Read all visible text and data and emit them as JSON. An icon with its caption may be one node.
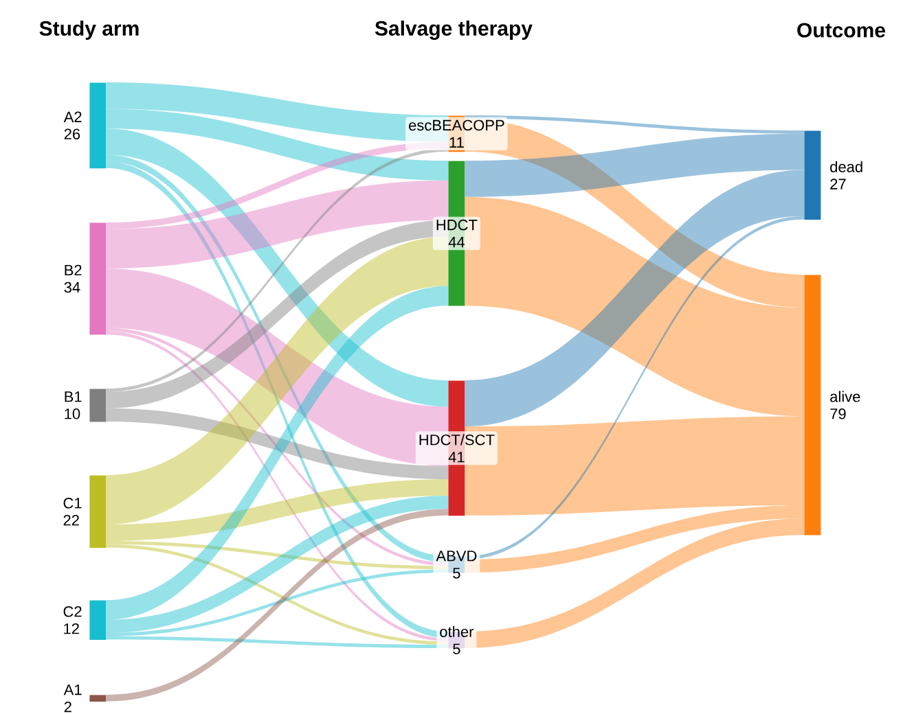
{
  "diagram": {
    "nodes": [
      {
        "text": [
          "A2",
          "26"
        ]
      },
      {
        "text": [
          "B2",
          "34"
        ]
      },
      {
        "text": [
          "B1",
          "10"
        ]
      },
      {
        "text": [
          "C1",
          "22"
        ]
      },
      {
        "text": [
          "C2",
          "12"
        ]
      },
      {
        "text": [
          "A1",
          "2"
        ]
      },
      {
        "text": [
          "escBEACOPP",
          "11"
        ]
      },
      {
        "text": [
          "HDCT",
          "44"
        ]
      },
      {
        "text": [
          "HDCT/SCT",
          "41"
        ]
      },
      {
        "text": [
          "ABVD",
          "5"
        ]
      },
      {
        "text": [
          "other",
          "5"
        ]
      },
      {
        "text": [
          "dead",
          "27"
        ]
      },
      {
        "text": [
          "alive",
          "79"
        ]
      }
    ],
    "edges": [
      {
        "from": 0,
        "to": 6,
        "arrow": "none",
        "color": "#17becf"
      },
      {
        "from": 0,
        "to": 7,
        "arrow": "none",
        "color": "#17becf"
      },
      {
        "from": 0,
        "to": 8,
        "arrow": "none",
        "color": "#17becf"
      },
      {
        "from": 0,
        "to": 9,
        "arrow": "none",
        "color": "#17becf"
      },
      {
        "from": 0,
        "to": 10,
        "arrow": "none",
        "color": "#17becf"
      },
      {
        "from": 1,
        "to": 6,
        "arrow": "none",
        "color": "#e377c2"
      },
      {
        "from": 1,
        "to": 7,
        "arrow": "none",
        "color": "#e377c2"
      },
      {
        "from": 1,
        "to": 8,
        "arrow": "none",
        "color": "#e377c2"
      },
      {
        "from": 1,
        "to": 9,
        "arrow": "none",
        "color": "#e377c2"
      },
      {
        "from": 1,
        "to": 10,
        "arrow": "none",
        "color": "#e377c2"
      },
      {
        "from": 2,
        "to": 6,
        "arrow": "none",
        "color": "#7f7f7f"
      },
      {
        "from": 2,
        "to": 7,
        "arrow": "none",
        "color": "#7f7f7f"
      },
      {
        "from": 2,
        "to": 8,
        "arrow": "none",
        "color": "#7f7f7f"
      },
      {
        "from": 3,
        "to": 7,
        "arrow": "none",
        "color": "#bcbd22"
      },
      {
        "from": 3,
        "to": 8,
        "arrow": "none",
        "color": "#bcbd22"
      },
      {
        "from": 3,
        "to": 9,
        "arrow": "none",
        "color": "#bcbd22"
      },
      {
        "from": 3,
        "to": 10,
        "arrow": "none",
        "color": "#bcbd22"
      },
      {
        "from": 4,
        "to": 7,
        "arrow": "none",
        "color": "#17becf"
      },
      {
        "from": 4,
        "to": 8,
        "arrow": "none",
        "color": "#17becf"
      },
      {
        "from": 4,
        "to": 9,
        "arrow": "none",
        "color": "#17becf"
      },
      {
        "from": 4,
        "to": 10,
        "arrow": "none",
        "color": "#17becf"
      },
      {
        "from": 5,
        "to": 8,
        "arrow": "none",
        "color": "#8c564b"
      },
      {
        "from": 6,
        "to": 11,
        "arrow": "none",
        "color": "#1f77b4"
      },
      {
        "from": 6,
        "to": 12,
        "arrow": "none",
        "color": "#ff7f0e"
      },
      {
        "from": 7,
        "to": 11,
        "arrow": "none",
        "color": "#1f77b4"
      },
      {
        "from": 7,
        "to": 12,
        "arrow": "none",
        "color": "#ff7f0e"
      },
      {
        "from": 8,
        "to": 11,
        "arrow": "none",
        "color": "#1f77b4"
      },
      {
        "from": 8,
        "to": 12,
        "arrow": "none",
        "color": "#ff7f0e"
      },
      {
        "from": 9,
        "to": 11,
        "arrow": "none",
        "color": "#1f77b4"
      },
      {
        "from": 9,
        "to": 12,
        "arrow": "none",
        "color": "#ff7f0e"
      },
      {
        "from": 10,
        "to": 12,
        "arrow": "none",
        "color": "#ff7f0e"
      }
    ],
    "labels": [
      "Study arm",
      "Salvage therapy",
      "Outcome"
    ]
  }
}
